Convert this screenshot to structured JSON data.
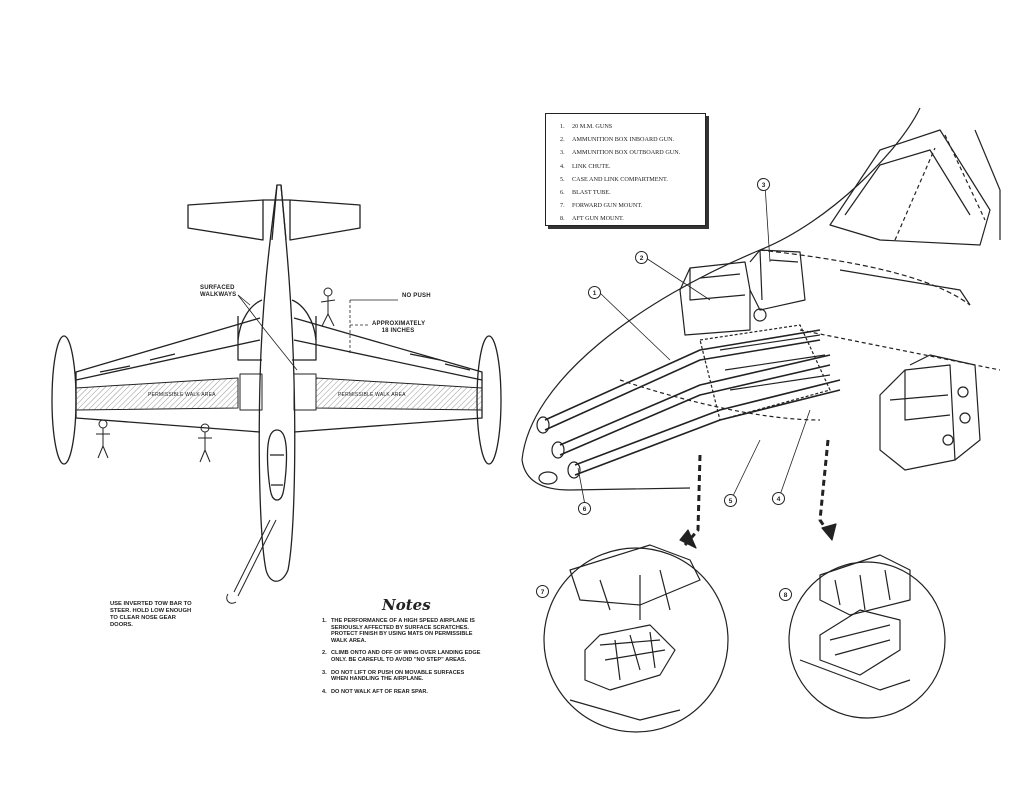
{
  "plan_labels": {
    "surfaced_walkways": "SURFACED WALKWAYS",
    "no_push": "NO PUSH",
    "approximately": "APPROXIMATELY 18 INCHES",
    "walk_area_left": "PERMISSIBLE WALK AREA",
    "walk_area_right": "PERMISSIBLE WALK AREA"
  },
  "tow_note": "USE INVERTED TOW BAR TO STEER. HOLD LOW ENOUGH TO CLEAR NOSE GEAR DOORS.",
  "notes": {
    "title": "Notes",
    "items": [
      {
        "num": "1.",
        "text": "THE PERFORMANCE OF A HIGH SPEED AIRPLANE IS SERIOUSLY AFFECTED BY SURFACE SCRATCHES. PROTECT FINISH BY USING MATS ON PERMISSIBLE WALK AREA."
      },
      {
        "num": "2.",
        "text": "CLIMB ONTO AND OFF OF WING OVER LANDING EDGE ONLY. BE CAREFUL TO AVOID \"NO STEP\" AREAS."
      },
      {
        "num": "3.",
        "text": "DO NOT LIFT OR PUSH ON MOVABLE SURFACES WHEN HANDLING THE AIRPLANE."
      },
      {
        "num": "4.",
        "text": "DO NOT WALK AFT OF REAR SPAR."
      }
    ]
  },
  "legend": [
    {
      "num": "1.",
      "text": "20 M.M. GUNS"
    },
    {
      "num": "2.",
      "text": "AMMUNITION BOX INBOARD GUN."
    },
    {
      "num": "3.",
      "text": "AMMUNITION BOX OUTBOARD GUN."
    },
    {
      "num": "4.",
      "text": "LINK CHUTE."
    },
    {
      "num": "5.",
      "text": "CASE AND LINK COMPARTMENT."
    },
    {
      "num": "6.",
      "text": "BLAST TUBE."
    },
    {
      "num": "7.",
      "text": "FORWARD GUN MOUNT."
    },
    {
      "num": "8.",
      "text": "AFT GUN MOUNT."
    }
  ],
  "callouts": [
    "1",
    "2",
    "3",
    "4",
    "5",
    "6",
    "7",
    "8"
  ]
}
